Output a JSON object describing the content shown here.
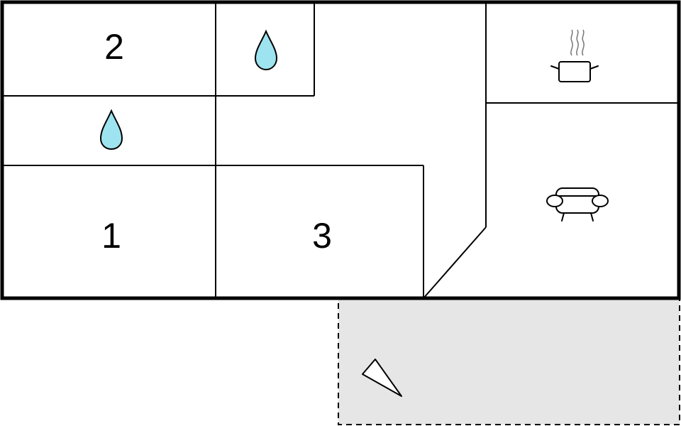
{
  "plan": {
    "rooms": [
      {
        "id": "bedroom-2",
        "label": "2"
      },
      {
        "id": "bedroom-1",
        "label": "1"
      },
      {
        "id": "bedroom-3",
        "label": "3"
      }
    ],
    "icons": {
      "bathroom_top": "water-drop",
      "bathroom_left": "water-drop",
      "kitchen": "cooking-pot",
      "living_room": "sofa",
      "terrace": "compass-arrow"
    },
    "colors": {
      "walls": "#000000",
      "water_drop": "#9ee3f0",
      "terrace_fill": "#e6e6e6",
      "background": "#ffffff"
    }
  }
}
